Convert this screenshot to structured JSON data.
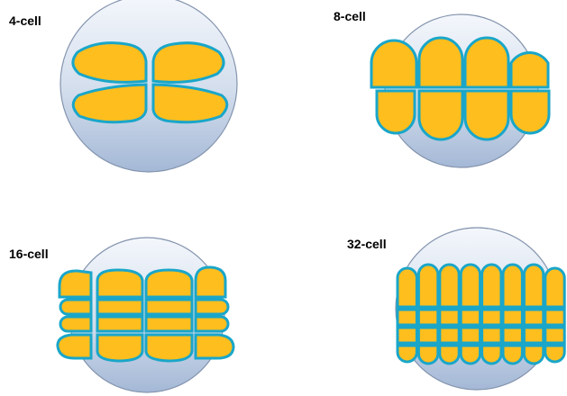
{
  "panels": [
    {
      "label": "4-cell"
    },
    {
      "label": "8-cell"
    },
    {
      "label": "16-cell"
    },
    {
      "label": "32-cell"
    }
  ],
  "colors": {
    "cell_fill": "#FDBE1E",
    "cell_outline": "#1AA6C9",
    "embryo_light": "#F3F6FB",
    "embryo_dark": "#A7BAD7",
    "embryo_outline": "#8494AE"
  }
}
